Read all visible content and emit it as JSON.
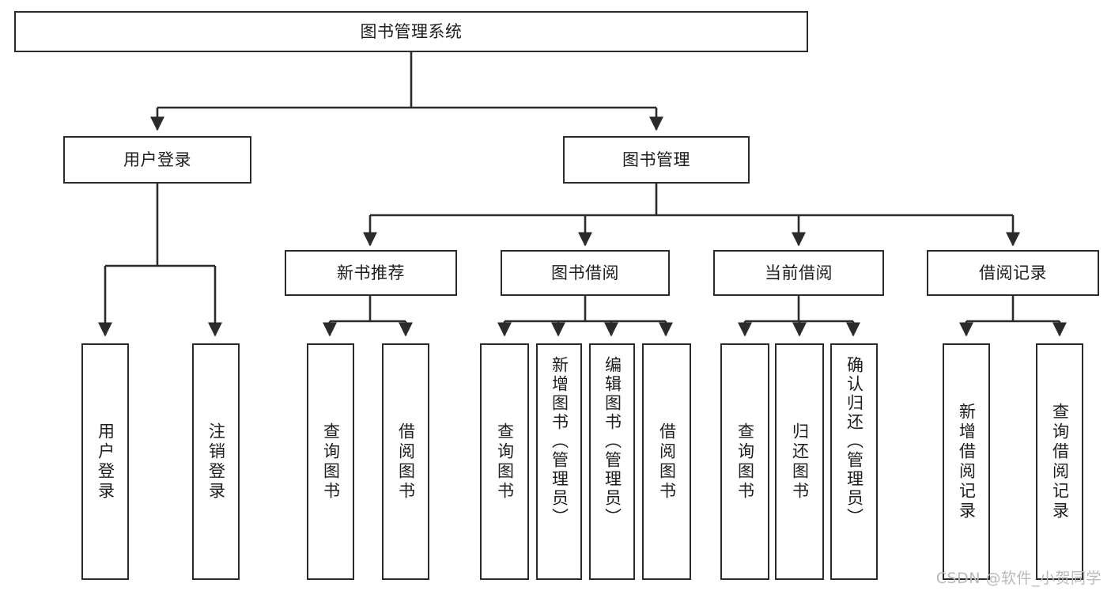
{
  "diagram": {
    "title": "图书管理系统",
    "type": "tree",
    "root": {
      "id": "root",
      "label": "图书管理系统"
    },
    "level1": [
      {
        "id": "user-login",
        "label": "用户登录"
      },
      {
        "id": "book-manage",
        "label": "图书管理"
      }
    ],
    "level2": [
      {
        "id": "new-book-recommend",
        "label": "新书推荐",
        "parent": "book-manage"
      },
      {
        "id": "book-borrow",
        "label": "图书借阅",
        "parent": "book-manage"
      },
      {
        "id": "current-borrow",
        "label": "当前借阅",
        "parent": "book-manage"
      },
      {
        "id": "borrow-record",
        "label": "借阅记录",
        "parent": "book-manage"
      }
    ],
    "leaves": [
      {
        "id": "leaf-user-login",
        "label": "用户登录",
        "parent": "user-login"
      },
      {
        "id": "leaf-user-logout",
        "label": "注销登录",
        "parent": "user-login"
      },
      {
        "id": "leaf-query-book-1",
        "label": "查询图书",
        "parent": "new-book-recommend"
      },
      {
        "id": "leaf-borrow-book-1",
        "label": "借阅图书",
        "parent": "new-book-recommend"
      },
      {
        "id": "leaf-query-book-2",
        "label": "查询图书",
        "parent": "book-borrow"
      },
      {
        "id": "leaf-add-book",
        "label": "新增图书（管理员）",
        "parent": "book-borrow"
      },
      {
        "id": "leaf-edit-book",
        "label": "编辑图书（管理员）",
        "parent": "book-borrow"
      },
      {
        "id": "leaf-borrow-book-2",
        "label": "借阅图书",
        "parent": "book-borrow"
      },
      {
        "id": "leaf-query-book-3",
        "label": "查询图书",
        "parent": "current-borrow"
      },
      {
        "id": "leaf-return-book",
        "label": "归还图书",
        "parent": "current-borrow"
      },
      {
        "id": "leaf-confirm-return",
        "label": "确认归还（管理员）",
        "parent": "current-borrow"
      },
      {
        "id": "leaf-add-record",
        "label": "新增借阅记录",
        "parent": "borrow-record"
      },
      {
        "id": "leaf-query-record",
        "label": "查询借阅记录",
        "parent": "borrow-record"
      }
    ]
  },
  "watermark": {
    "text": "CSDN @软件_小贺同学"
  },
  "colors": {
    "stroke": "#2b2b2b",
    "background": "#ffffff",
    "text": "#1d1d1d",
    "watermark": "#b9b9b9"
  }
}
